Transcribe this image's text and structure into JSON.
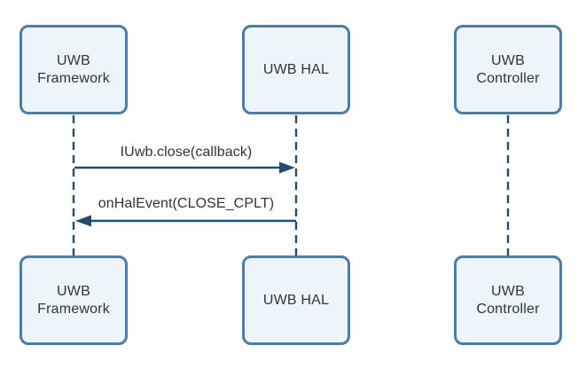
{
  "diagram": {
    "type": "sequence-diagram",
    "participants": [
      {
        "id": "uwb-framework",
        "label": "UWB\nFramework"
      },
      {
        "id": "uwb-hal",
        "label": "UWB HAL"
      },
      {
        "id": "uwb-controller",
        "label": "UWB\nController"
      }
    ],
    "messages": [
      {
        "label": "IUwb.close(callback)",
        "from": "uwb-framework",
        "to": "uwb-hal",
        "direction": "right"
      },
      {
        "label": "onHalEvent(CLOSE_CPLT)",
        "from": "uwb-hal",
        "to": "uwb-framework",
        "direction": "left"
      }
    ],
    "colors": {
      "box_border": "#4d7ca8",
      "box_fill": "#edf4fa",
      "line": "#254b6d",
      "text": "#333333",
      "background": "#ffffff"
    }
  }
}
